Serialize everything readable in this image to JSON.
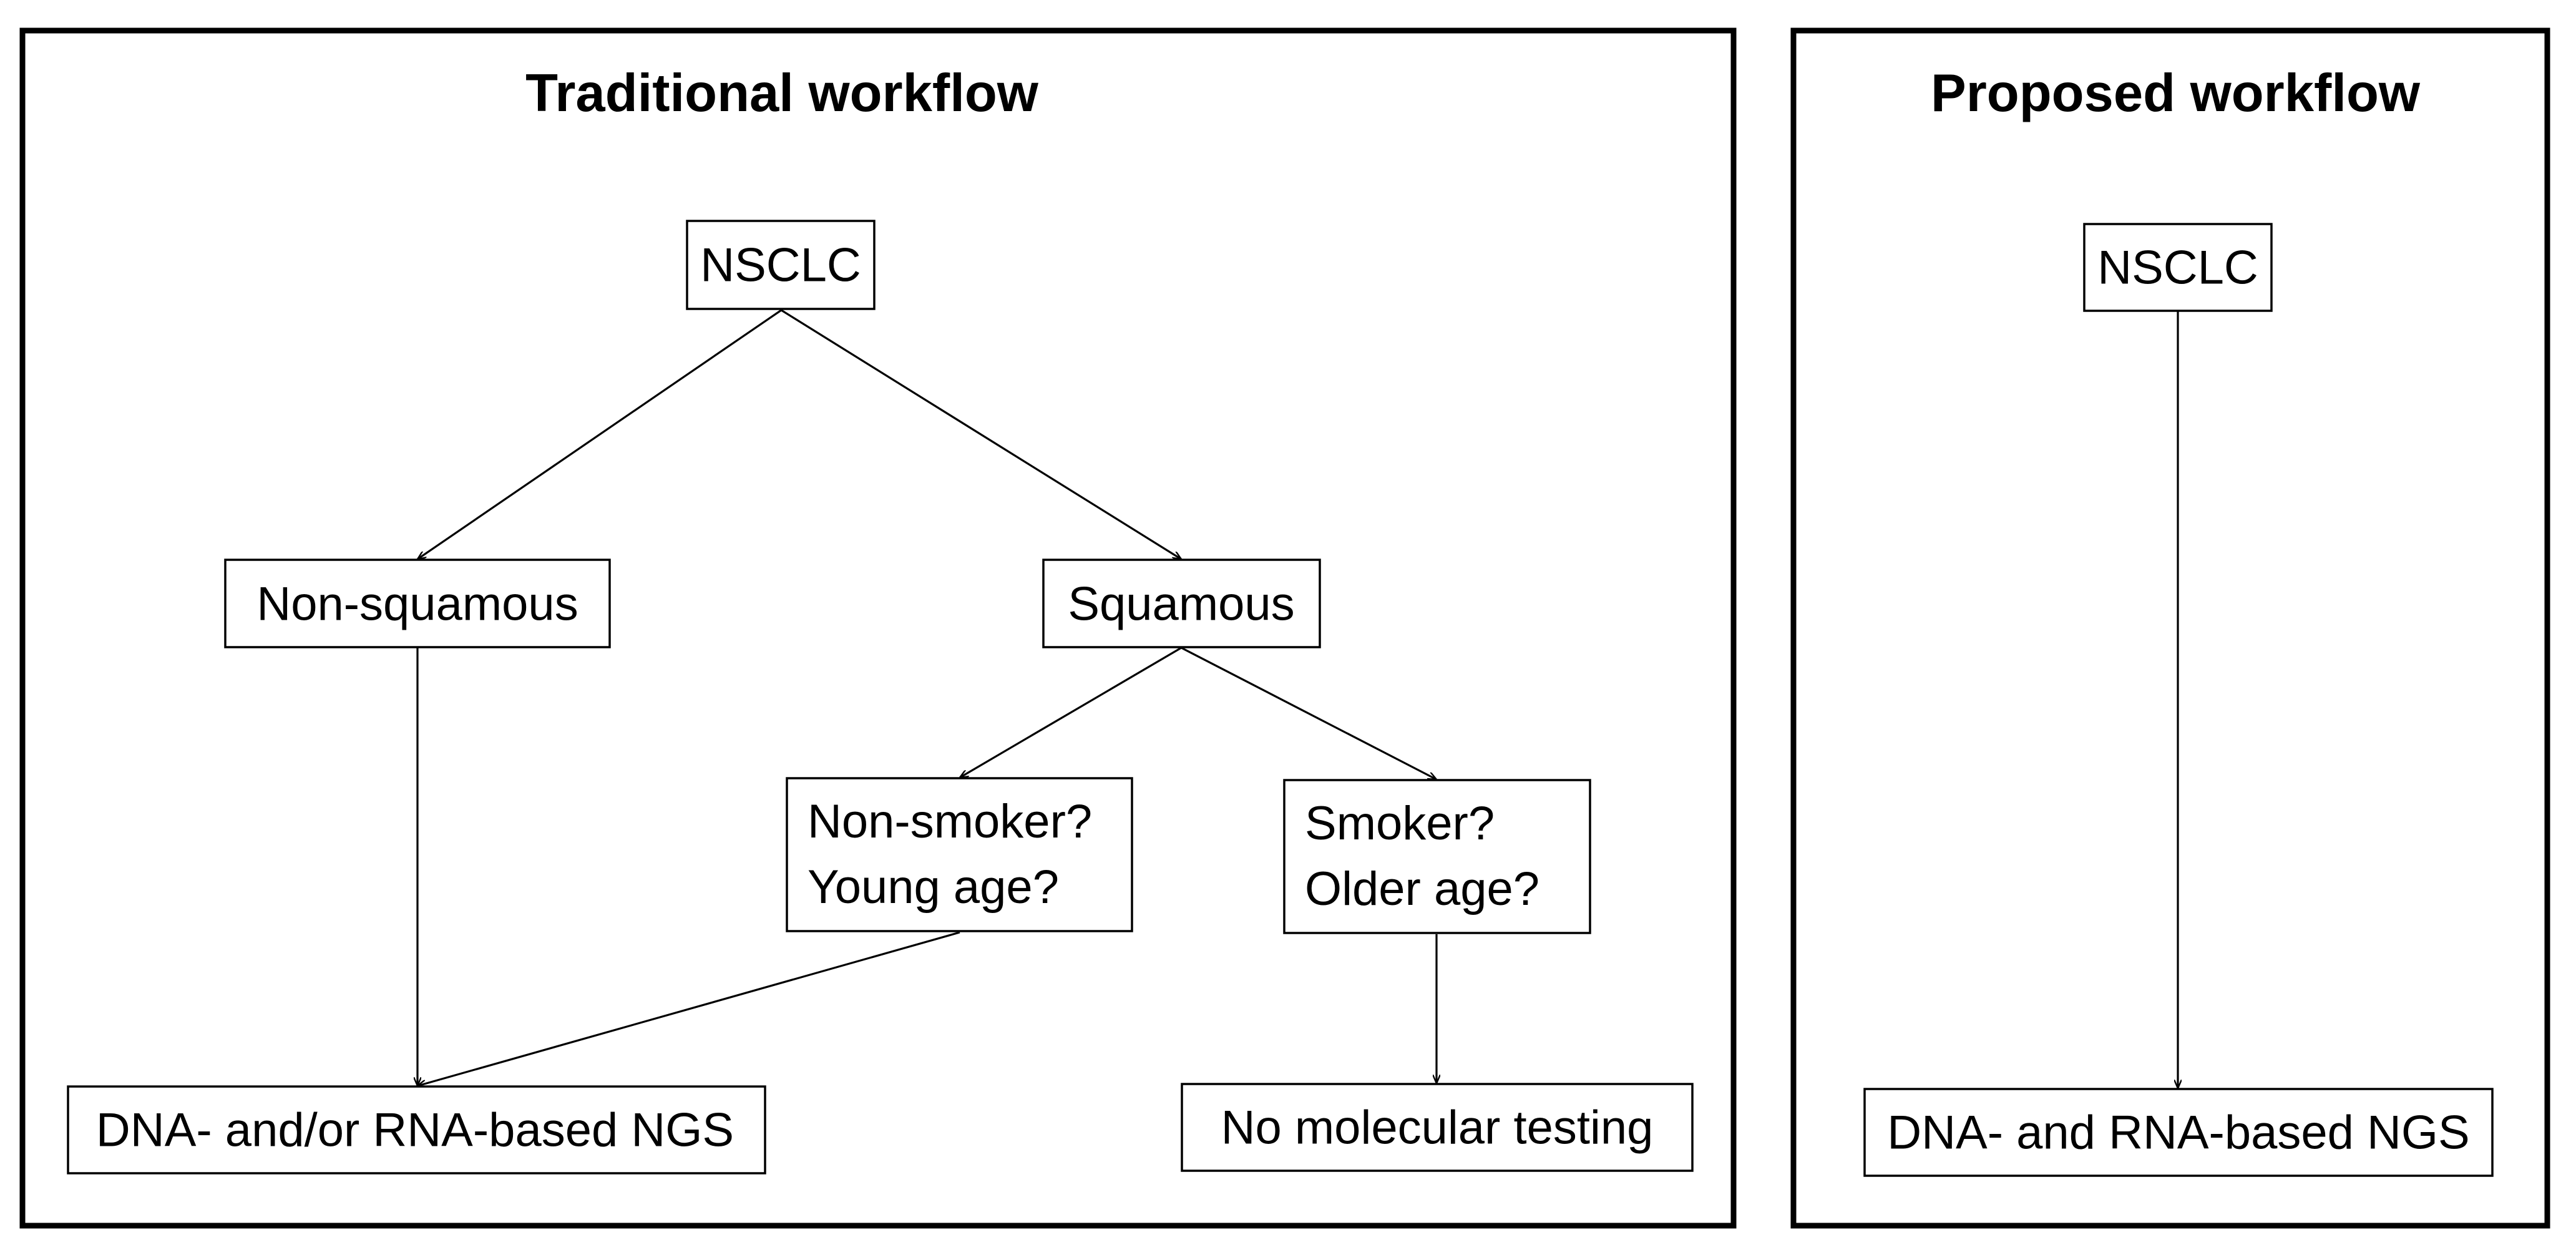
{
  "panels": {
    "traditional": {
      "title": "Traditional workflow",
      "nodes": {
        "nsclc": "NSCLC",
        "non_squamous": "Non-squamous",
        "squamous": "Squamous",
        "non_smoker_line1": "Non-smoker?",
        "non_smoker_line2": "Young age?",
        "smoker_line1": "Smoker?",
        "smoker_line2": "Older age?",
        "ngs": "DNA- and/or RNA-based NGS",
        "no_testing": "No molecular testing"
      }
    },
    "proposed": {
      "title": "Proposed workflow",
      "nodes": {
        "nsclc": "NSCLC",
        "ngs": "DNA- and RNA-based NGS"
      }
    }
  }
}
